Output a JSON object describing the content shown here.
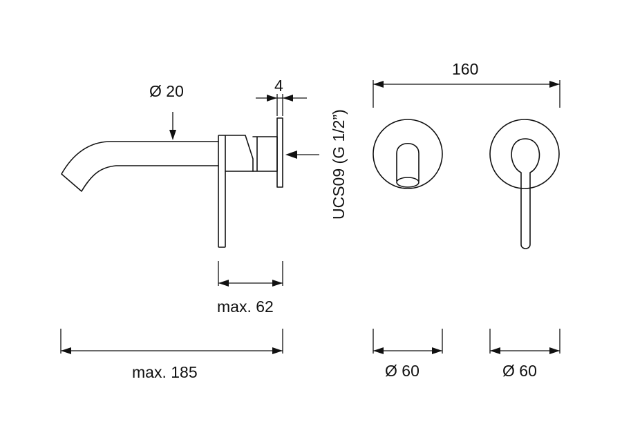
{
  "labels": {
    "pipe_diameter": "Ø 20",
    "plate_thickness": "4",
    "connection": "UCS09 (G 1/2”)",
    "mixer_depth": "max. 62",
    "total_projection": "max. 185",
    "centre_distance": "160",
    "spout_plate_diameter": "Ø 60",
    "mixer_plate_diameter": "Ø 60"
  }
}
